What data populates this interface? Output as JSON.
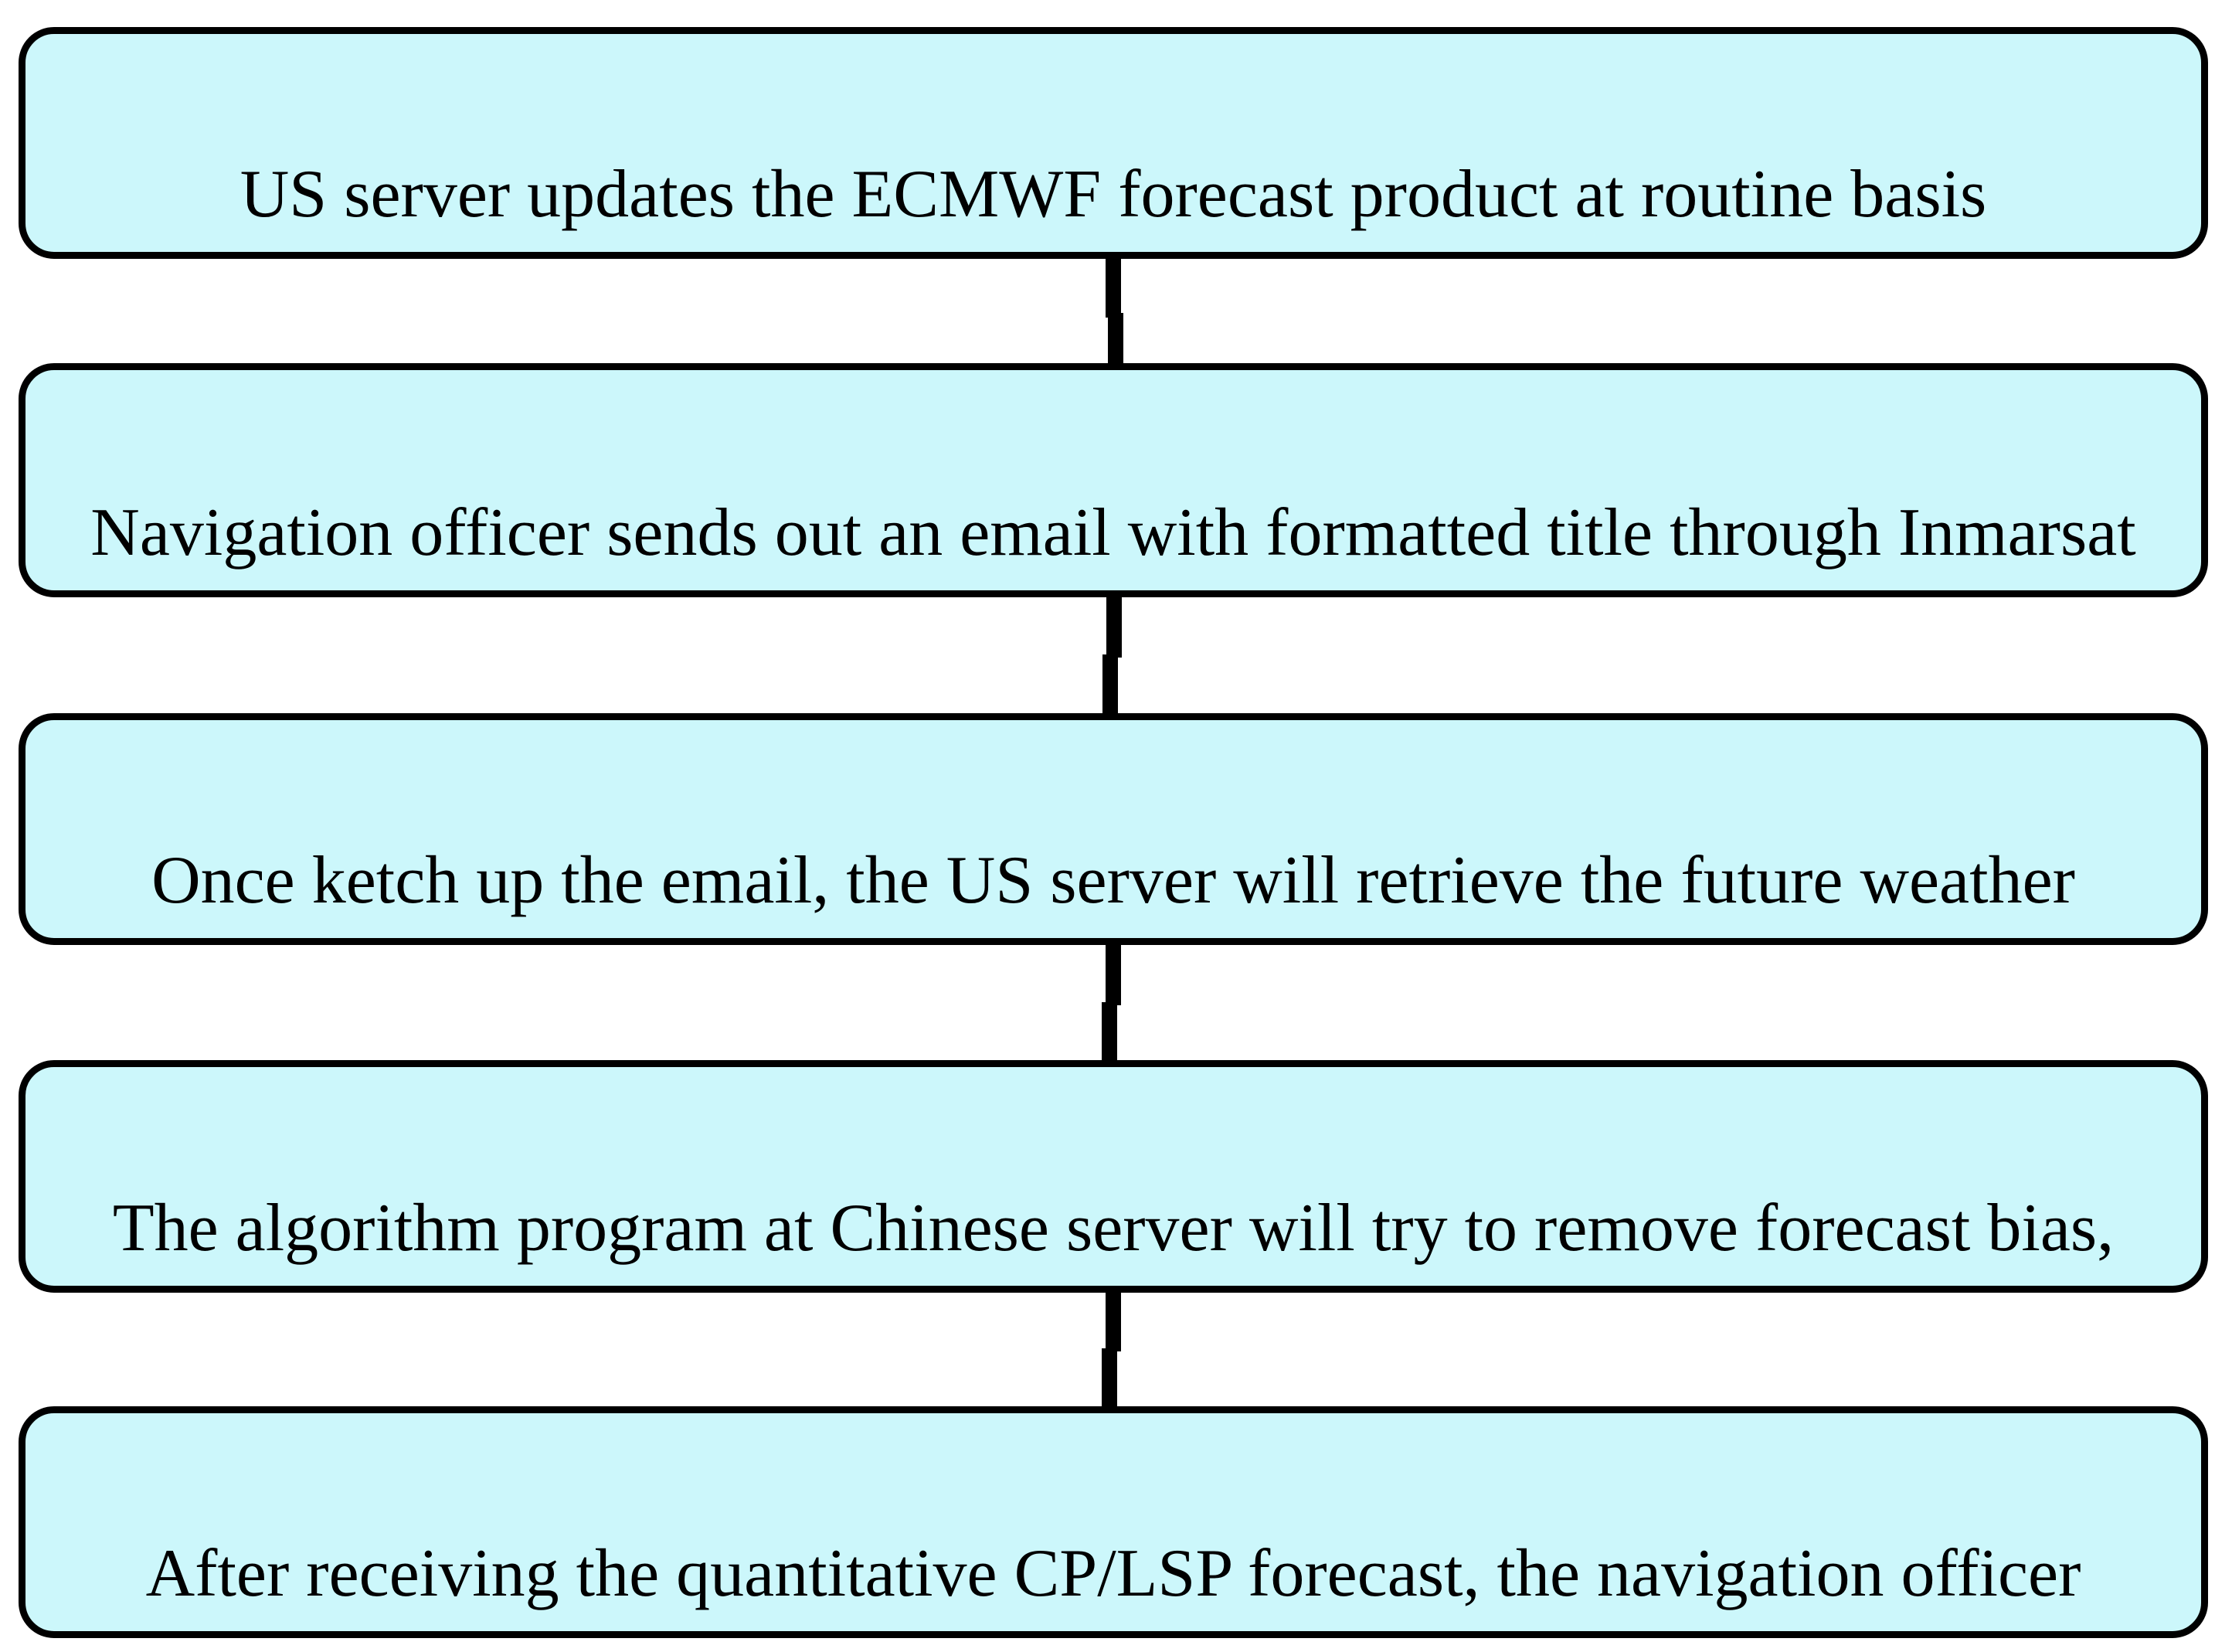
{
  "diagram": {
    "type": "flowchart",
    "direction": "top-down",
    "steps": [
      {
        "label": "US server updates the ECMWF forecast product at routine basis"
      },
      {
        "label": "Navigation officer sends out an email with formatted title through Inmarsat"
      },
      {
        "label": "Once ketch up the email, the US server will retrieve the future weather"
      },
      {
        "label": "The algorithm program at Chinese server will try to remove forecast bias,"
      },
      {
        "label": "After receiving the quantitative CP/LSP forecast, the navigation officer"
      }
    ],
    "connector_count": 4,
    "colors": {
      "box_fill": "#CCF7FB",
      "box_border": "#000000",
      "connector": "#000000",
      "text": "#000000",
      "background": "#FFFFFF"
    }
  }
}
